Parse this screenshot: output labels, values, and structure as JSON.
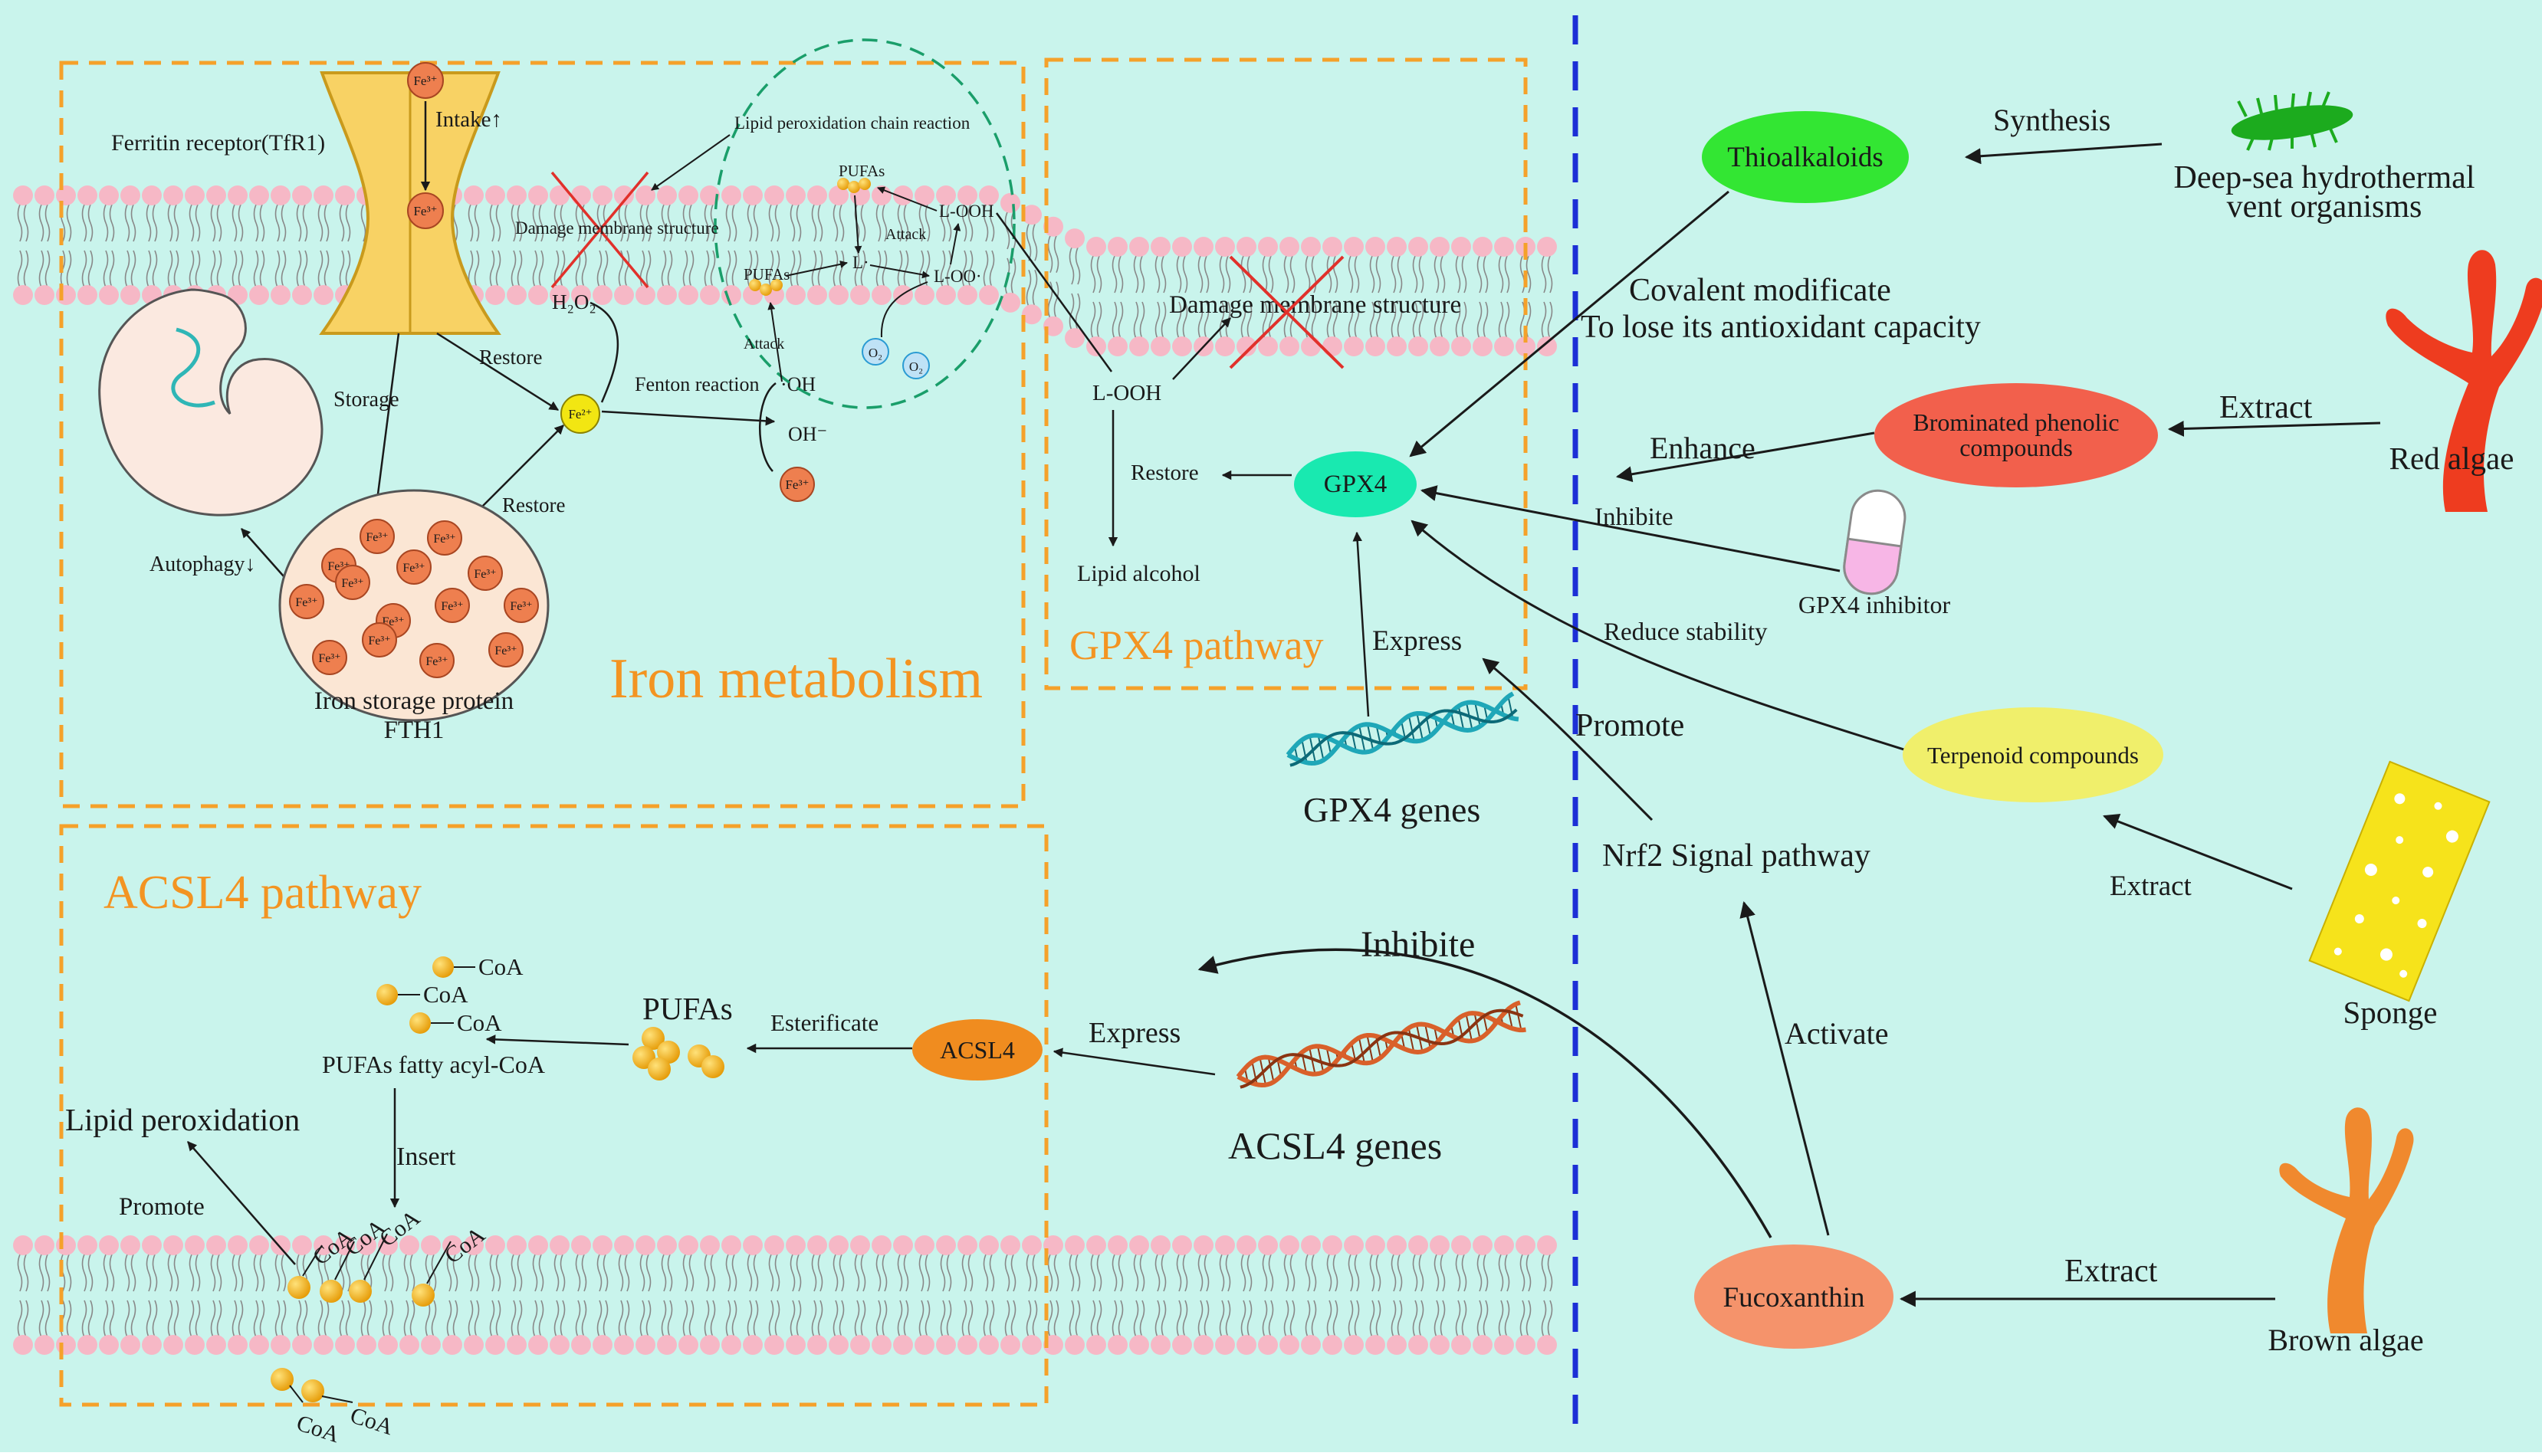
{
  "colors": {
    "background": "#c9f4ec",
    "border_dash": "#f5a12a",
    "divider": "#1c2fd6",
    "membrane_head": "#f6b8c6",
    "iron": "#ee7f4f",
    "fe2": "#f2e612",
    "gpx4": "#19e9b0",
    "acsl4": "#f08c1f",
    "thioalkaloids": "#33e633",
    "brominated": "#f2604c",
    "terpenoid": "#f0ef6b",
    "fucoxanthin": "#f5936b",
    "red_algae": "#ee3c1f",
    "brown_algae": "#f0892e",
    "sponge": "#f6e31b"
  },
  "panels": {
    "iron_metabolism": "Iron metabolism",
    "gpx4_pathway": "GPX4 pathway",
    "acsl4_pathway": "ACSL4 pathway"
  },
  "iron": {
    "fe3": "Fe³⁺",
    "fe2": "Fe²⁺",
    "intake": "Intake↑",
    "ferritin_receptor": "Ferritin receptor(TfR1)",
    "storage": "Storage",
    "restore": "Restore",
    "autophagy": "Autophagy↓",
    "fth1_line1": "Iron storage protein",
    "fth1_line2": "FTH1",
    "h2o2": "H₂O₂",
    "fenton": "Fenton reaction",
    "oh_radical": "·OH",
    "oh_ion": "OH⁻",
    "damage": "Damage membrane structure",
    "chain_reaction": "Lipid peroxidation chain reaction",
    "pufas": "PUFAs",
    "l_radical": "L·",
    "looh": "L-OOH",
    "loo": "L-OO·",
    "attack": "Attack",
    "o2": "O₂"
  },
  "gpx4": {
    "damage": "Damage membrane structure",
    "looh": "L-OOH",
    "restore": "Restore",
    "gpx4": "GPX4",
    "lipid_alcohol": "Lipid alcohol",
    "express": "Express",
    "genes": "GPX4 genes"
  },
  "acsl4": {
    "coa": "CoA",
    "pufas": "PUFAs",
    "esterificate": "Esterificate",
    "acsl4": "ACSL4",
    "express": "Express",
    "genes": "ACSL4 genes",
    "fatty_acyl": "PUFAs fatty acyl-CoA",
    "insert": "Insert",
    "promote": "Promote",
    "lipid_peroxidation": "Lipid peroxidation"
  },
  "right": {
    "thioalkaloids": "Thioalkaloids",
    "synthesis": "Synthesis",
    "vent_line1": "Deep-sea hydrothermal",
    "vent_line2": "vent organisms",
    "covalent_line1": "Covalent modificate",
    "covalent_line2": "To lose its antioxidant capacity",
    "brominated_line1": "Brominated phenolic",
    "brominated_line2": "compounds",
    "extract": "Extract",
    "red_algae": "Red algae",
    "enhance": "Enhance",
    "inhibite": "Inhibite",
    "gpx4_inhibitor": "GPX4 inhibitor",
    "reduce_stability": "Reduce stability",
    "promote": "Promote",
    "terpenoid": "Terpenoid compounds",
    "nrf2": "Nrf2 Signal pathway",
    "sponge": "Sponge",
    "inhibite_big": "Inhibite",
    "activate": "Activate",
    "fucoxanthin": "Fucoxanthin",
    "brown_algae": "Brown algae"
  }
}
